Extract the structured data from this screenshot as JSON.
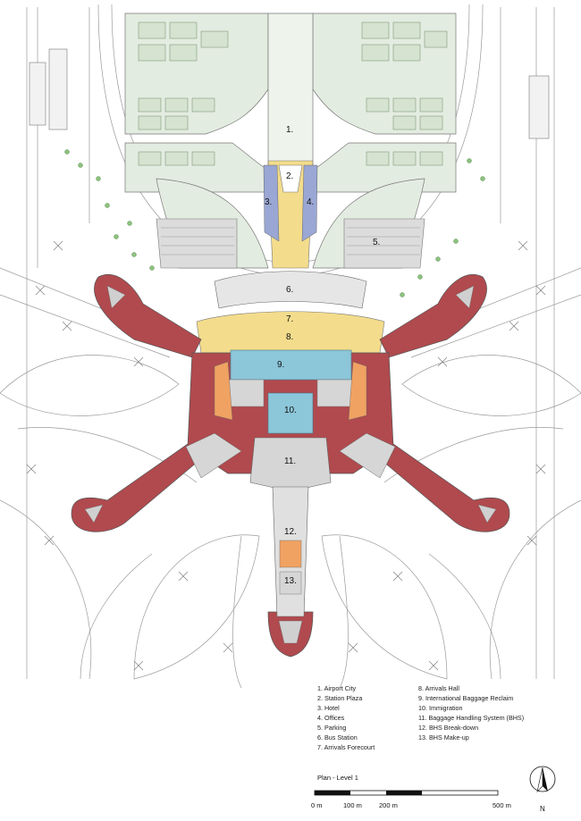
{
  "plan_labels": [
    "1.",
    "2.",
    "3.",
    "4.",
    "5.",
    "6.",
    "7.",
    "8.",
    "9.",
    "10.",
    "11.",
    "12.",
    "13."
  ],
  "legend": {
    "left": [
      "1. Airport City",
      "2. Station Plaza",
      "3. Hotel",
      "4. Offices",
      "5. Parking",
      "6. Bus Station",
      "7. Arrivals Forecourt"
    ],
    "right": [
      "8. Arrivals Hall",
      "9. International Baggage Reclaim",
      "10. Immigration",
      "11. Baggage Handling System (BHS)",
      "12. BHS Break-down",
      "13. BHS Make-up"
    ]
  },
  "title": "Plan - Level 1",
  "scale": [
    "0 m",
    "100 m",
    "200 m",
    "500 m"
  ],
  "north": "N",
  "colors": {
    "green_zone": "#e3ece0",
    "building_grey": "#d6d6d6",
    "pier_red": "#b04a4e",
    "arrivals_yellow": "#f3dc8c",
    "reclaim_blue": "#8cc6d9",
    "outline": "#555555"
  }
}
